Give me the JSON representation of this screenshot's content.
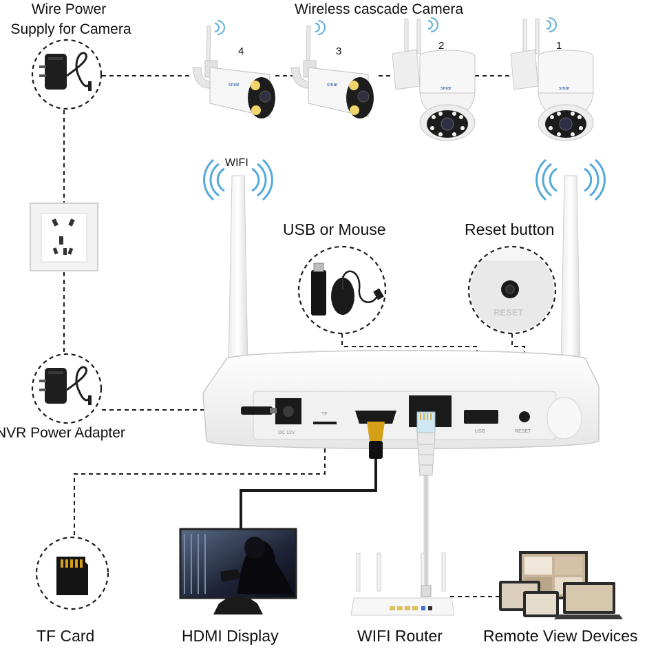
{
  "labels": {
    "wire_power_line1": "Wire Power",
    "wire_power_line2": "Supply for Camera",
    "wireless_cascade": "Wireless cascade Camera",
    "wifi": "WIFI",
    "usb_mouse": "USB or Mouse",
    "reset_button": "Reset button",
    "nvr_power": "NVR Power Adapter",
    "tf_card": "TF Card",
    "hdmi_display": "HDMI Display",
    "wifi_router": "WIFI Router",
    "remote_view": "Remote View Devices"
  },
  "cameras": [
    {
      "number": "4",
      "type": "bullet"
    },
    {
      "number": "3",
      "type": "bullet"
    },
    {
      "number": "2",
      "type": "ptz-dome"
    },
    {
      "number": "1",
      "type": "ptz-dome"
    }
  ],
  "camera_brand": "smar",
  "nvr_ports": {
    "dc": "DC 12V",
    "tf": "TF",
    "usb": "USB",
    "reset": "RESET"
  },
  "reset_closeup": "RESET",
  "colors": {
    "line": "#1a1a1a",
    "cable_router": "#d9d9d9",
    "hdmi_gold": "#d4a017"
  }
}
